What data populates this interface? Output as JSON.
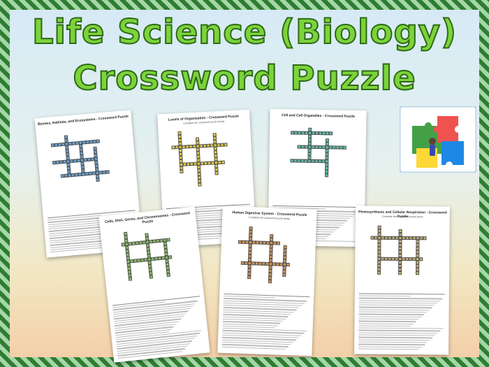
{
  "title": {
    "line1": "Life Science (Biology)",
    "line2": "Crossword Puzzle"
  },
  "colors": {
    "title_fill": "#7cd33a",
    "title_outline": "#2d6a17",
    "frame_dark": "#2e7d32",
    "frame_light": "#a5d6a7"
  },
  "worksheets": [
    {
      "heading": "Biomes, Habitats, and Ecosystems - Crossword Puzzle",
      "grid_color": "#6aa6d8"
    },
    {
      "heading": "Levels of Organization - Crossword Puzzle",
      "sub": "Complete the crossword puzzle below",
      "grid_color": "#e6cf4a"
    },
    {
      "heading": "Cell and Cell Organelles - Crossword Puzzle",
      "grid_color": "#5fc4b0"
    },
    {
      "heading": "Cells, DNA, Genes, and Chromosomes - Crossword Puzzle",
      "grid_color": "#8fc46a"
    },
    {
      "heading": "Human Digestive System - Crossword Puzzle",
      "sub": "Complete the crossword puzzle below",
      "grid_color": "#d49a5a"
    },
    {
      "heading": "Photosynthesis and Cellular Respiration - Crossword Puzzle",
      "sub": "Complete the crossword puzzle below",
      "grid_color": "#c9b27a"
    }
  ],
  "decoration": {
    "icon": "puzzle-pieces-icon"
  }
}
